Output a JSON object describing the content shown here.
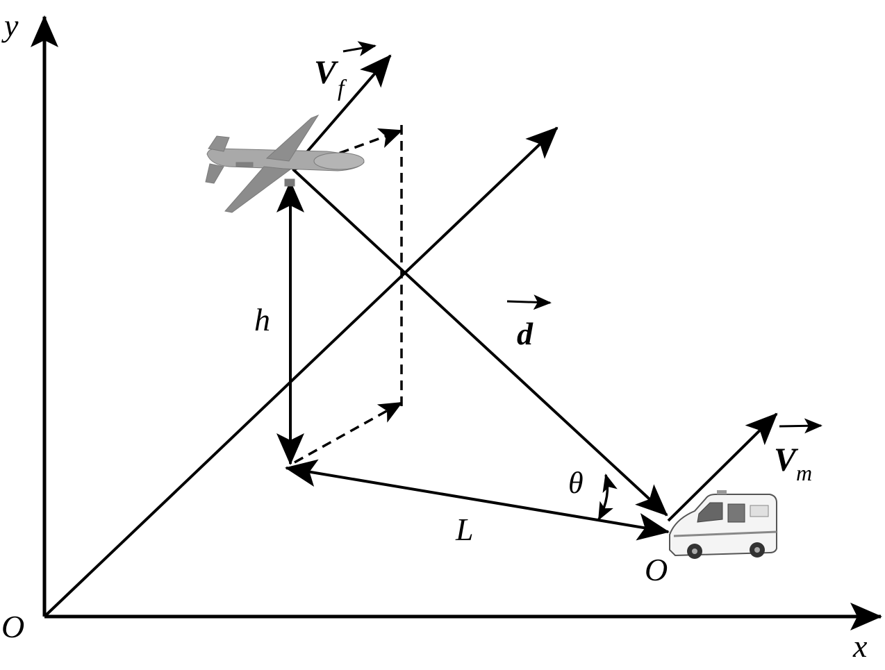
{
  "axes": {
    "y_label": "y",
    "x_label": "x",
    "origin_label": "O"
  },
  "uav": {
    "velocity_symbol": "V",
    "velocity_subscript": "f"
  },
  "vehicle": {
    "velocity_symbol": "V",
    "velocity_subscript": "m",
    "origin_label": "O"
  },
  "geometry": {
    "height_label": "h",
    "distance_vector_label": "d",
    "ground_distance_label": "L",
    "angle_label": "θ"
  }
}
